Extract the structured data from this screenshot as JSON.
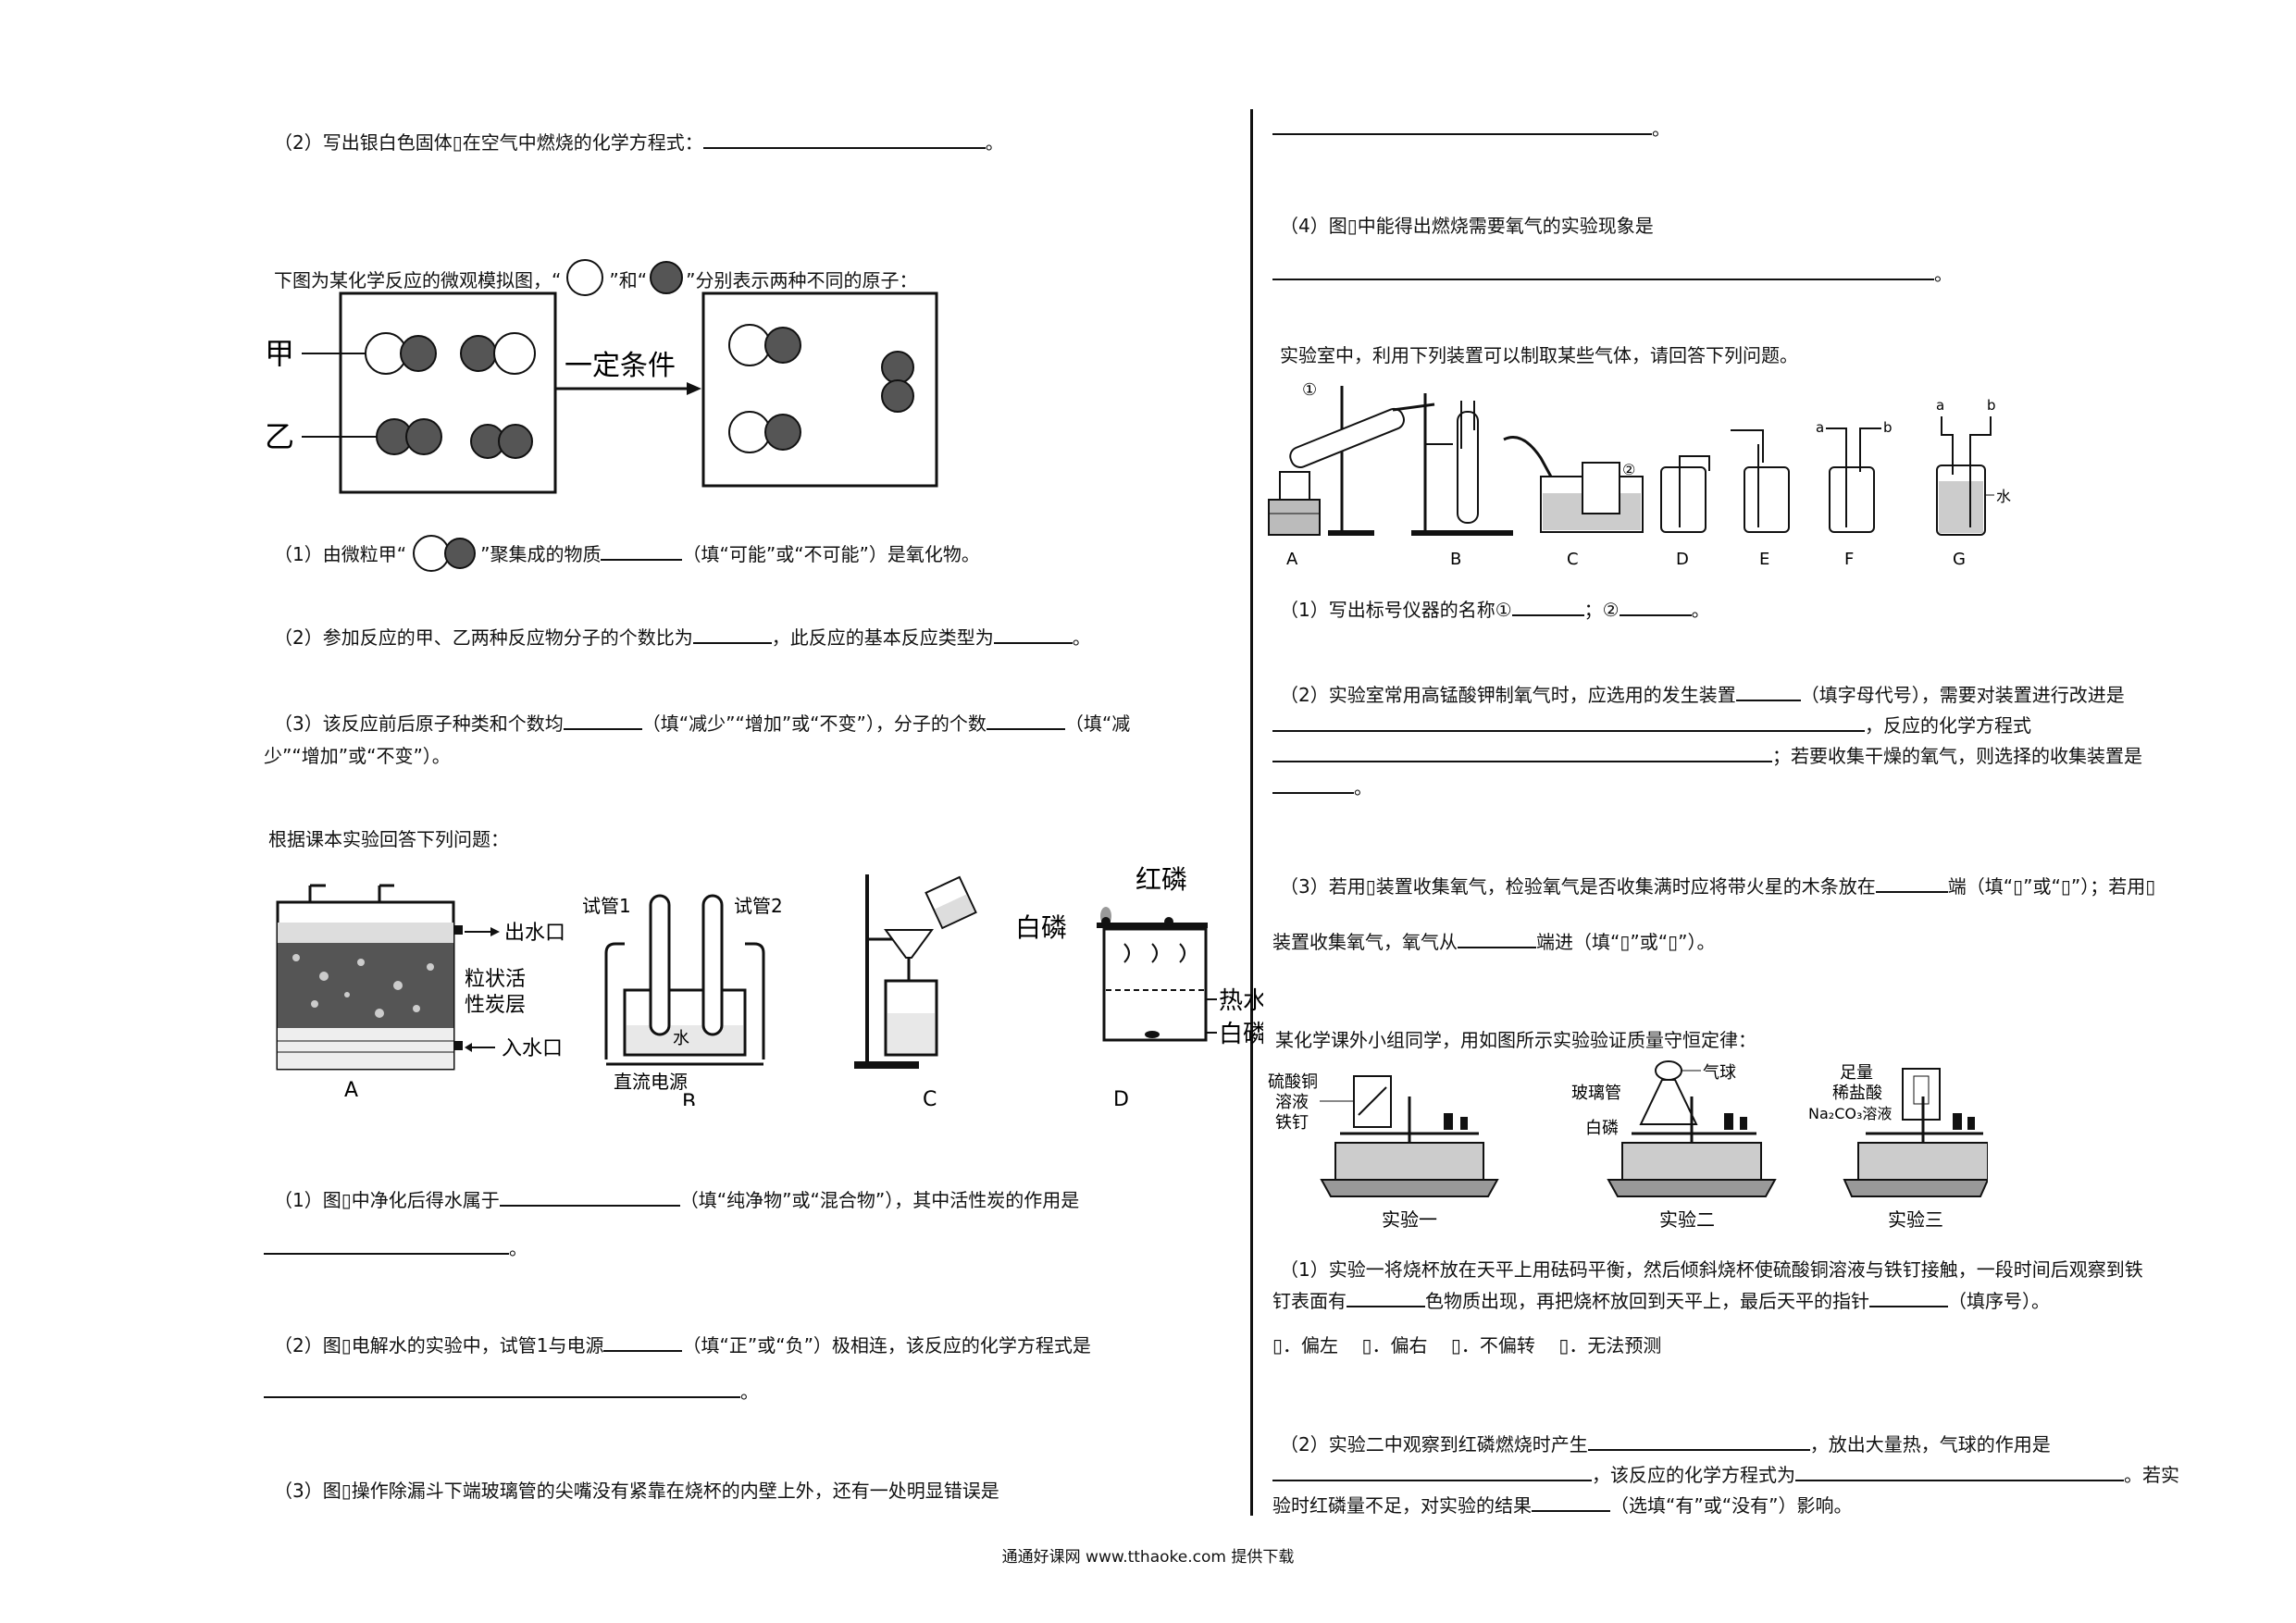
{
  "left": {
    "q2_mg": {
      "prefix": "（2）写出银白色固体",
      "mid": "在空气中燃烧的化学方程式：",
      "end": "。"
    },
    "micro": {
      "intro_a": "下图为某化学反应的微观模拟图，“",
      "intro_b": "”和“",
      "intro_c": "”分别表示两种不同的原子：",
      "label_jia": "甲",
      "label_yi": "乙",
      "arrow_label": "一定条件",
      "q1_a": "（1）由微粒甲“",
      "q1_b": "”聚集成的物质",
      "q1_c": "（填“可能”或“不可能”）是氧化物。",
      "q2_a": "（2）参加反应的甲、乙两种反应物分子的个数比为",
      "q2_b": "，此反应的基本反应类型为",
      "q2_c": "。",
      "q3_a": "（3）该反应前后原子种类和个数均",
      "q3_b": "（填“减少”“增加”或“不变”），分子的个数",
      "q3_c": "（填“减",
      "q3_d": "少”“增加”或“不变”）。"
    },
    "textbook": {
      "intro": "根据课本实验回答下列问题：",
      "figA": {
        "outlet": "出水口",
        "carbon1": "粒状活",
        "carbon2": "性炭层",
        "inlet": "入水口",
        "label": "A"
      },
      "figB": {
        "tube1": "试管1",
        "tube2": "试管2",
        "water": "水",
        "power": "直流电源",
        "label": "B"
      },
      "figC": {
        "label": "C"
      },
      "figD": {
        "red": "红磷",
        "white": "白磷",
        "hot_water": "热水",
        "white2": "白磷",
        "label": "D"
      },
      "q1_a": "（1）图",
      "q1_b": "中净化后得水属于",
      "q1_c": "（填“纯净物”或“混合物”），其中活性炭的作用是",
      "q1_d": "。",
      "q2_a": "（2）图",
      "q2_b": "电解水的实验中，试管1与电源",
      "q2_c": "（填“正”或“负”）极相连，该反应的化学方程式是",
      "q2_d": "。",
      "q3_a": "（3）图",
      "q3_b": "操作除漏斗下端玻璃管的尖嘴没有紧靠在烧杯的内壁上外，还有一处明显错误是"
    }
  },
  "right": {
    "cont_end": "。",
    "q4_a": "（4）图",
    "q4_b": "中能得出燃烧需要氧气的实验现象是",
    "q4_c": "。",
    "lab": {
      "intro": "实验室中，利用下列装置可以制取某些气体，请回答下列问题。",
      "labels": [
        "A",
        "B",
        "C",
        "D",
        "E",
        "F",
        "G"
      ],
      "mark1": "①",
      "mark2": "②",
      "a": "a",
      "b": "b",
      "water": "水",
      "q1_a": "（1）写出标号仪器的名称①",
      "q1_b": "；②",
      "q1_c": "。",
      "q2_a": "（2）实验室常用高锰酸钾制氧气时，应选用的发生装置",
      "q2_b": "（填字母代号），需要对装置进行改进是",
      "q2_c": "，反应的化学方程式",
      "q2_d": "；若要收集干燥的氧气，则选择的收集装置是",
      "q2_e": "。",
      "q3_a": "（3）若用",
      "q3_b": "装置收集氧气，检验氧气是否收集满时应将带火星的木条放在",
      "q3_c": "端（填“",
      "q3_d": "”或“",
      "q3_e": "”）；若用",
      "q3_f": "装置收集氧气，氧气从",
      "q3_g": "端进（填“",
      "q3_h": "”或“",
      "q3_i": "”）。"
    },
    "mass": {
      "intro": "某化学课外小组同学，用如图所示实验验证质量守恒定律：",
      "e1": {
        "l1": "硫酸铜",
        "l2": "溶液",
        "l3": "铁钉",
        "name": "实验一"
      },
      "e2": {
        "balloon": "气球",
        "glass": "玻璃管",
        "white": "白磷",
        "name": "实验二"
      },
      "e3": {
        "l1": "足量",
        "l2": "稀盐酸",
        "l3": "Na₂CO₃溶液",
        "name": "实验三"
      },
      "q1_a": "（1）实验一将烧杯放在天平上用砝码平衡，然后倾斜烧杯使硫酸铜溶液与铁钉接触，一段时间后观察到铁",
      "q1_b": "钉表面有",
      "q1_c": "色物质出现，再把烧杯放回到天平上，最后天平的指针",
      "q1_d": "（填序号）。",
      "options": [
        "．偏左",
        "．偏右",
        "．不偏转",
        "．无法预测"
      ],
      "q2_a": "（2）实验二中观察到红磷燃烧时产生",
      "q2_b": "，放出大量热，气球的作用是",
      "q2_c": "，该反应的化学方程式为",
      "q2_d": "。若实",
      "q2_e": "验时红磷量不足，对实验的结果",
      "q2_f": "（选填“有”或“没有”）影响。"
    }
  },
  "footer": "通通好课网 www.tthaoke.com 提供下载"
}
